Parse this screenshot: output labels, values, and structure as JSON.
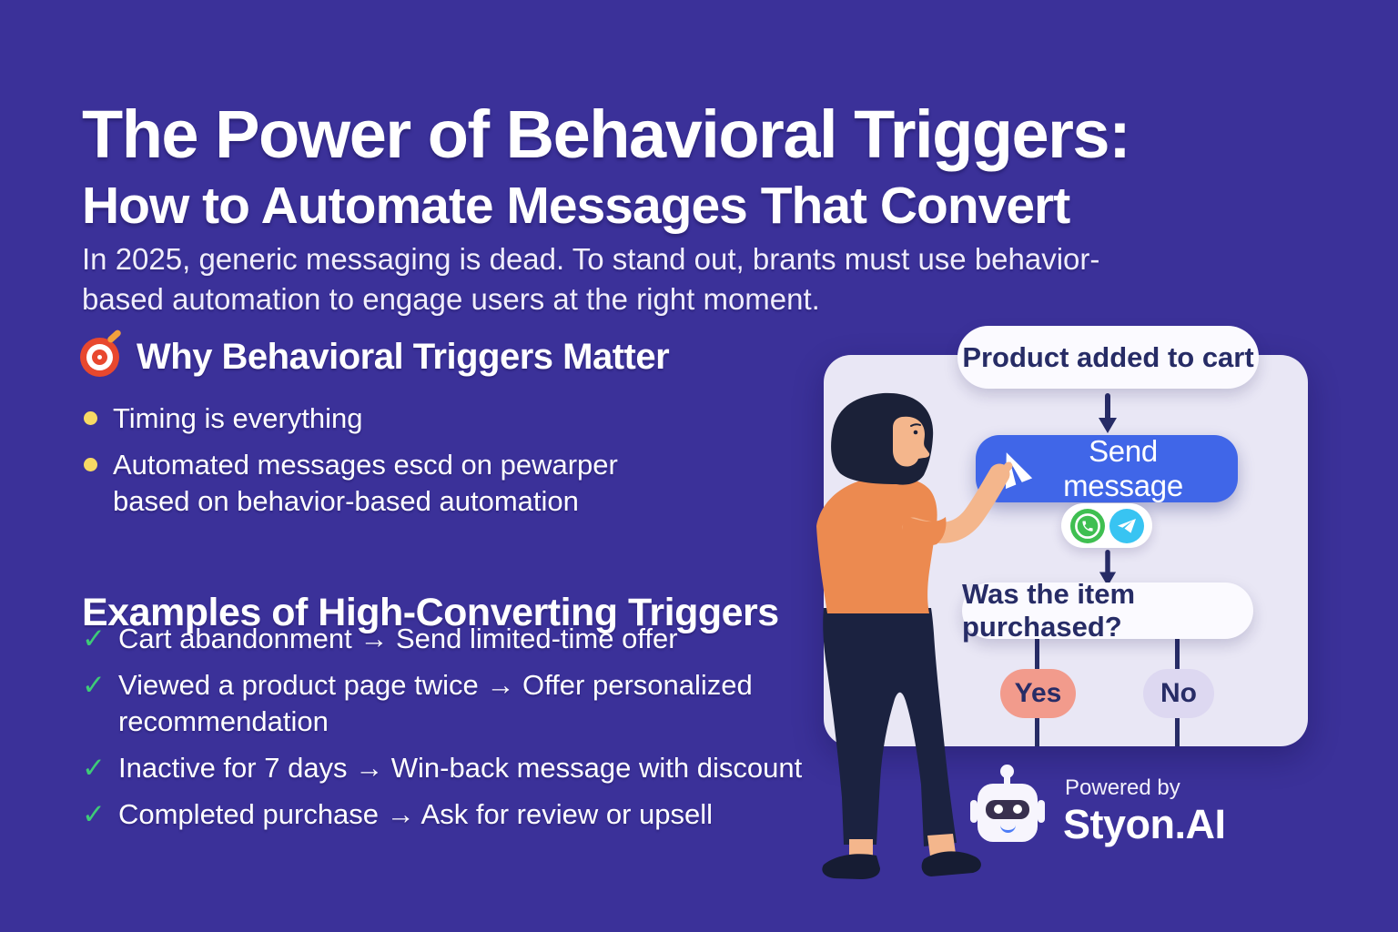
{
  "header": {
    "title_line1": "The Power of Behavioral Triggers:",
    "title_line2": "How to Automate Messages That Convert",
    "intro_line1": "In 2025, generic messaging is dead. To stand out, brants must use behavior-",
    "intro_line2": "based automation to engage users at the right moment."
  },
  "why_section": {
    "icon": "target-icon",
    "title": "Why Behavioral Triggers Matter",
    "bullets": [
      "Timing is everything",
      "Automated messages escd on pewarper based on behavior-based automation"
    ]
  },
  "examples_section": {
    "title": "Examples of High-Converting Triggers",
    "check_glyph": "✓",
    "items": [
      "Cart abandonment → Send limited-time offer",
      "Viewed a product page twice → Offer personalized recommendation",
      "Inactive for 7 days → Win-back message with discount",
      "Completed purchase → Ask for review or upsell"
    ]
  },
  "flowchart": {
    "step_product": "Product added to cart",
    "step_send": "Send message",
    "channel_icons": [
      "whatsapp-icon",
      "telegram-icon"
    ],
    "question": "Was the item purchased?",
    "yes_label": "Yes",
    "no_label": "No"
  },
  "branding": {
    "powered_by": "Powered by",
    "brand_name": "Styon.AI"
  },
  "colors": {
    "background": "#3B3199",
    "card": "#E9E7F5",
    "accent_blue": "#4066E8",
    "navy": "#272C66",
    "yes_pink": "#F29B8C",
    "no_lavender": "#DDD8F1",
    "whatsapp_green": "#3FBF51",
    "telegram_blue": "#38C4F2",
    "bullet_yellow": "#F7D964",
    "check_green": "#3ECB77",
    "shirt_orange": "#EC8A50",
    "target_red": "#E8482E"
  }
}
